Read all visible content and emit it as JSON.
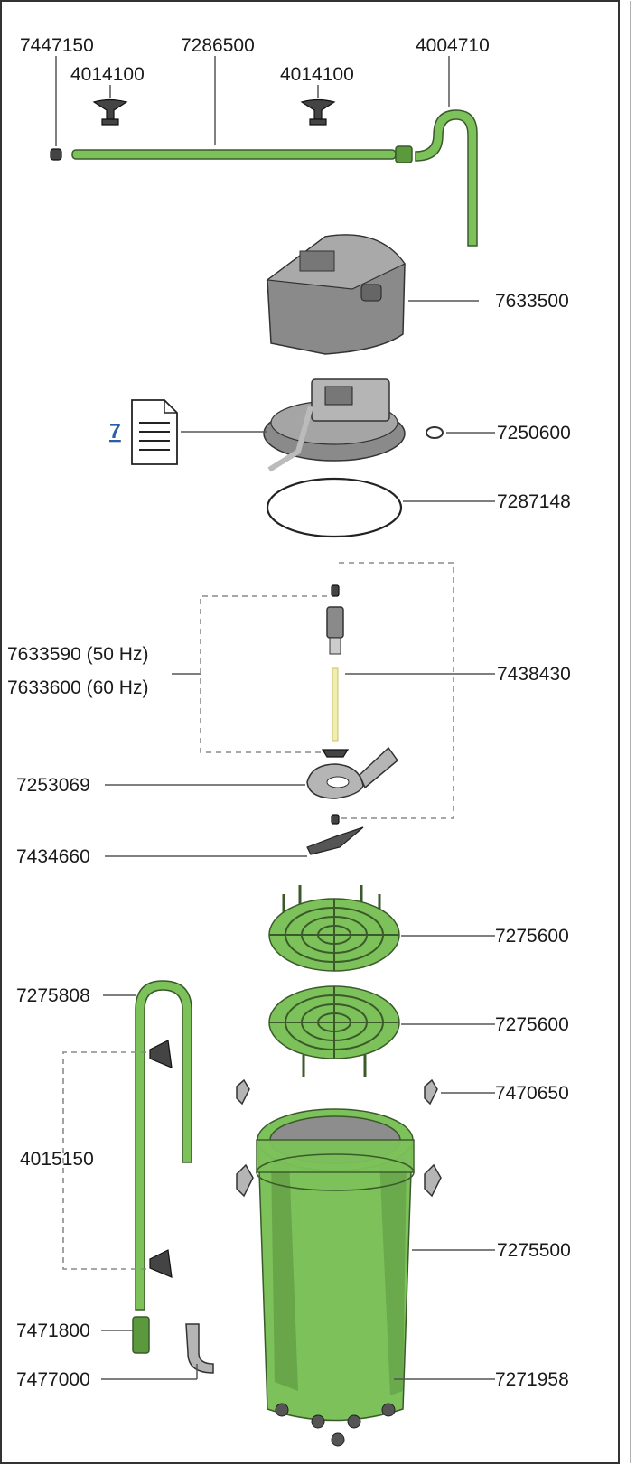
{
  "parts": {
    "p7447150": "7447150",
    "p7286500": "7286500",
    "p4014100_a": "4014100",
    "p4014100_b": "4014100",
    "p4004710": "4004710",
    "p7633500": "7633500",
    "p7250600": "7250600",
    "p7287148": "7287148",
    "p7633590": "7633590 (50 Hz)",
    "p7633600": "7633600 (60 Hz)",
    "p7438430": "7438430",
    "p7253069": "7253069",
    "p7434660": "7434660",
    "p7275600_a": "7275600",
    "p7275600_b": "7275600",
    "p7275808": "7275808",
    "p7470650": "7470650",
    "p4015150": "4015150",
    "p7275500": "7275500",
    "p7471800": "7471800",
    "p7477000": "7477000",
    "p7271958": "7271958"
  },
  "doc_link": {
    "label": "7"
  },
  "colors": {
    "part_green": "#7cc15a",
    "part_grey": "#8a8a8a",
    "link_blue": "#2a5fa8",
    "border": "#333333"
  }
}
